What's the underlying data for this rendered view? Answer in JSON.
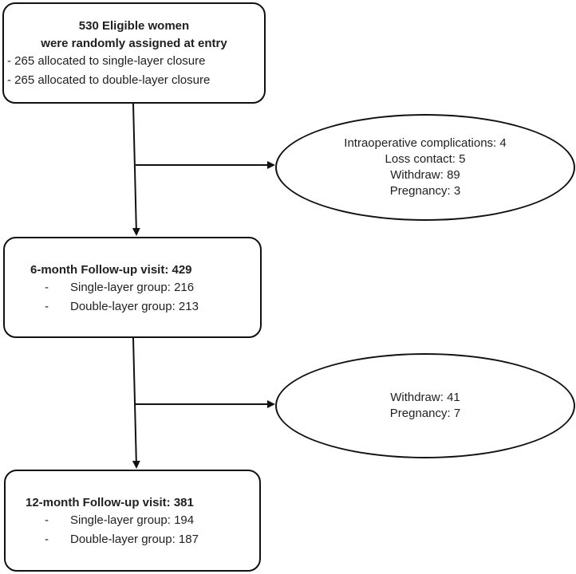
{
  "enrollment": {
    "title_line1": "530 Eligible  women",
    "title_line2": "were randomly assigned at entry",
    "item1": "- 265 allocated to single-layer closure",
    "item2": "- 265 allocated to double-layer closure"
  },
  "exclusion_1": {
    "line1": "Intraoperative complications: 4",
    "line2": "Loss contact: 5",
    "line3": "Withdraw: 89",
    "line4": "Pregnancy: 3"
  },
  "followup_6": {
    "title": "6-month Follow-up visit: 429",
    "item1_dash": "-",
    "item1": "Single-layer group: 216",
    "item2_dash": "-",
    "item2": "Double-layer group: 213"
  },
  "exclusion_2": {
    "line1": "Withdraw: 41",
    "line2": "Pregnancy: 7"
  },
  "followup_12": {
    "title": "12-month Follow-up visit: 381",
    "item1_dash": "-",
    "item1": "Single-layer group: 194",
    "item2_dash": "-",
    "item2": "Double-layer group: 187"
  },
  "colors": {
    "stroke": "#111111",
    "text": "#1f1f1f",
    "background": "#ffffff"
  }
}
